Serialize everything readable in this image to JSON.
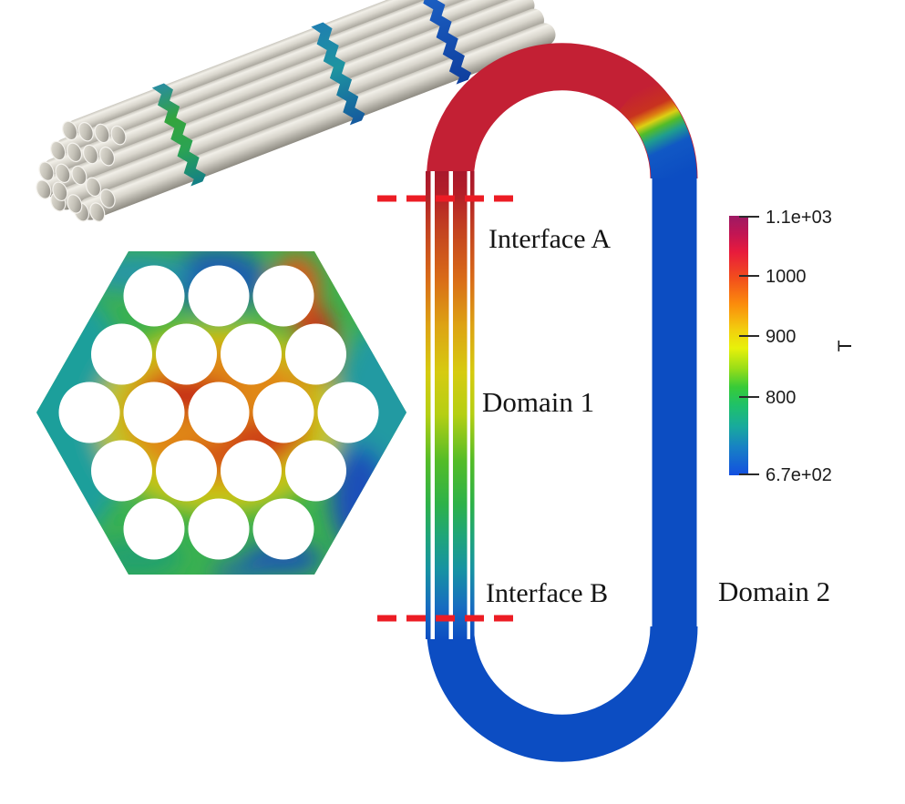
{
  "figure": {
    "description": "Coupled CFD domains of a tube-bundle heat exchanger loop"
  },
  "annotations": {
    "interface_a": "Interface A",
    "domain_1": "Domain 1",
    "interface_b": "Interface B",
    "domain_2": "Domain 2"
  },
  "colorbar": {
    "title": "T",
    "orientation": "vertical",
    "tick_labels": [
      "1.1e+03",
      "1000",
      "900",
      "800",
      "6.7e+02"
    ],
    "range": {
      "min": 670,
      "max": 1100
    },
    "colors": {
      "max": "#9d1a64",
      "high": "#e81b3c",
      "mid": "#e8f10a",
      "low": "#38cb38",
      "min": "#134fe0"
    }
  },
  "palette": {
    "interface_dash_red": "#ec1c24",
    "domain1_hot_red": "#c32034",
    "domain2_cold_blue": "#0c4dc2",
    "tube_gray": "#d9d6cd",
    "band_green": "#33a43c",
    "band_teal": "#1e94a0",
    "band_blue": "#1d64c8"
  },
  "scene": {
    "tube_bundle": {
      "visible_tube_count": 19,
      "spacer_band_count": 3
    },
    "hex_cross_section": {
      "hole_count": 19
    },
    "loop": {
      "channel_count": 4
    }
  }
}
